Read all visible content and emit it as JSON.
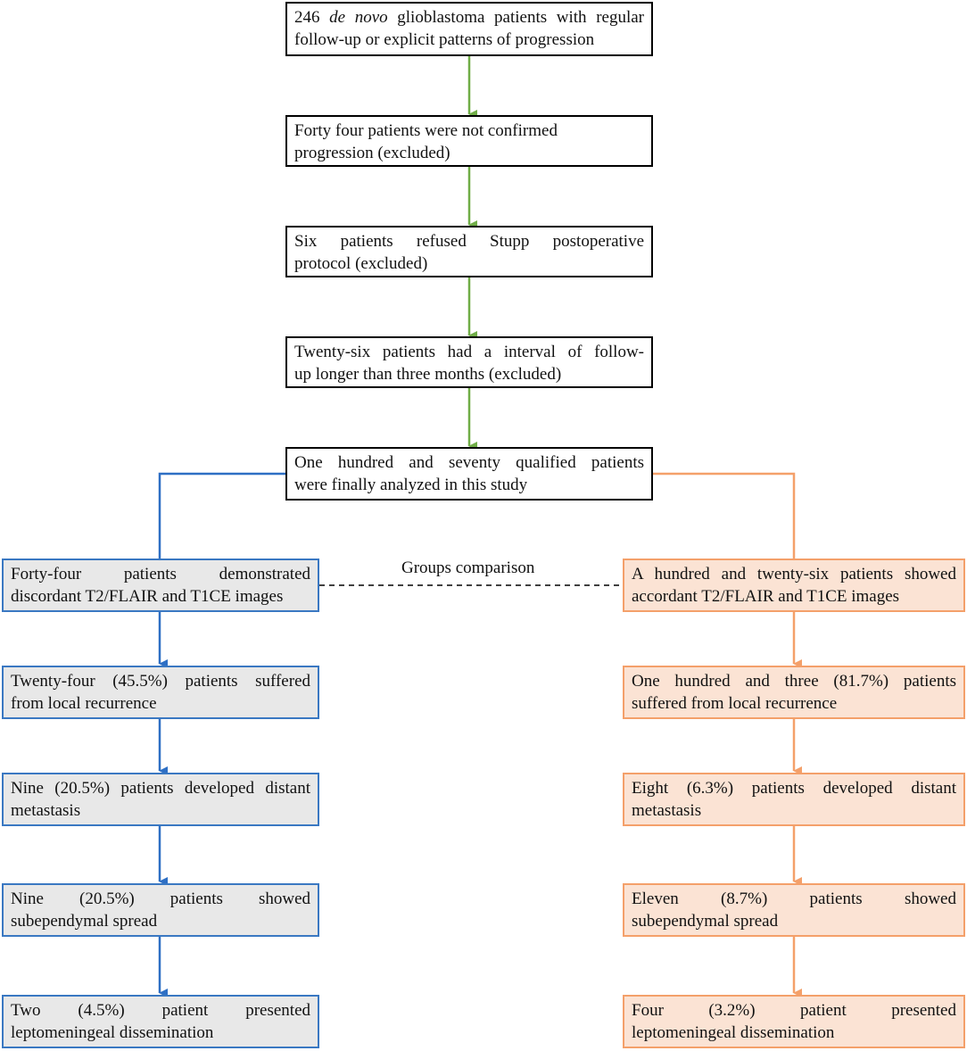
{
  "colors": {
    "top_arrow": "#70ad47",
    "left_arrow": "#2e6fc4",
    "right_arrow": "#f4a06a",
    "left_fill": "#e8e8e8",
    "right_fill": "#fbe3d4"
  },
  "main": {
    "step1": {
      "number": "246",
      "italic": "de novo",
      "rest": " glioblastoma patients with regular",
      "line2": "follow-up or explicit patterns of progression"
    },
    "step2": {
      "line1": "Forty four  patients were not confirmed",
      "line2": "progression (excluded)"
    },
    "step3": {
      "line1": "Six patients refused Stupp postoperative",
      "line2": "protocol (excluded)"
    },
    "step4": {
      "line1": "Twenty-six patients had a interval of follow-",
      "line2": "up longer than three months (excluded)"
    },
    "step5": {
      "line1": "One hundred and seventy qualified patients",
      "line2": "were finally analyzed in this study"
    }
  },
  "comparison_label": "Groups comparison",
  "left_group": [
    {
      "line1": "Forty-four patients demonstrated",
      "line2": "discordant T2/FLAIR and T1CE images"
    },
    {
      "line1": "Twenty-four (45.5%) patients suffered",
      "line2": "from local recurrence"
    },
    {
      "line1": "Nine (20.5%) patients developed distant",
      "line2": "metastasis"
    },
    {
      "line1": "Nine (20.5%) patients showed",
      "line2": "subependymal spread"
    },
    {
      "line1": "Two (4.5%) patient presented",
      "line2": "leptomeningeal dissemination"
    }
  ],
  "right_group": [
    {
      "line1": "A hundred and twenty-six patients showed",
      "line2": "accordant T2/FLAIR and T1CE images"
    },
    {
      "line1": "One hundred and three (81.7%) patients",
      "line2": "suffered from local recurrence"
    },
    {
      "line1": "Eight (6.3%) patients developed distant",
      "line2": "metastasis"
    },
    {
      "line1": "Eleven (8.7%) patients showed",
      "line2": "subependymal spread"
    },
    {
      "line1": "Four (3.2%) patient presented",
      "line2": "leptomeningeal dissemination"
    }
  ]
}
